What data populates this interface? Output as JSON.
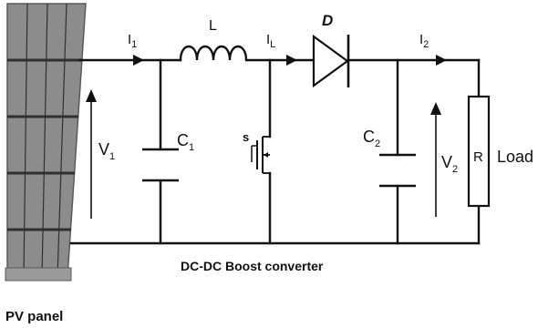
{
  "source": {
    "caption": "PV panel"
  },
  "labels": {
    "inductor": "L",
    "diode": "D",
    "switch": "s",
    "resistor": "R",
    "load": "Load",
    "converter_caption": "DC-DC Boost converter"
  },
  "currents": [
    {
      "main": "I",
      "sub": "1"
    },
    {
      "main": "I",
      "sub": "L"
    },
    {
      "main": "I",
      "sub": "2"
    }
  ],
  "voltages": [
    {
      "main": "V",
      "sub": "1"
    },
    {
      "main": "V",
      "sub": "2"
    }
  ],
  "capacitors": [
    {
      "main": "C",
      "sub": "1"
    },
    {
      "main": "C",
      "sub": "2"
    }
  ],
  "colors": {
    "wire": "#111111",
    "panel_cell": "#8c8c8c",
    "panel_line": "#2f2f2f",
    "panel_frame": "#5a5a5a"
  }
}
